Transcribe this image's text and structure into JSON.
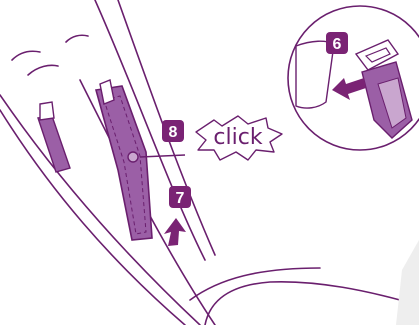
{
  "steps": {
    "step6": "6",
    "step7": "7",
    "step8": "8"
  },
  "callout": {
    "click_text": "click"
  },
  "colors": {
    "line": "#6a1f6e",
    "badge": "#7a2374",
    "fill_purple": "#9b5fa6",
    "fill_light": "#c9a6cf",
    "shadow": "#eeeeee"
  }
}
